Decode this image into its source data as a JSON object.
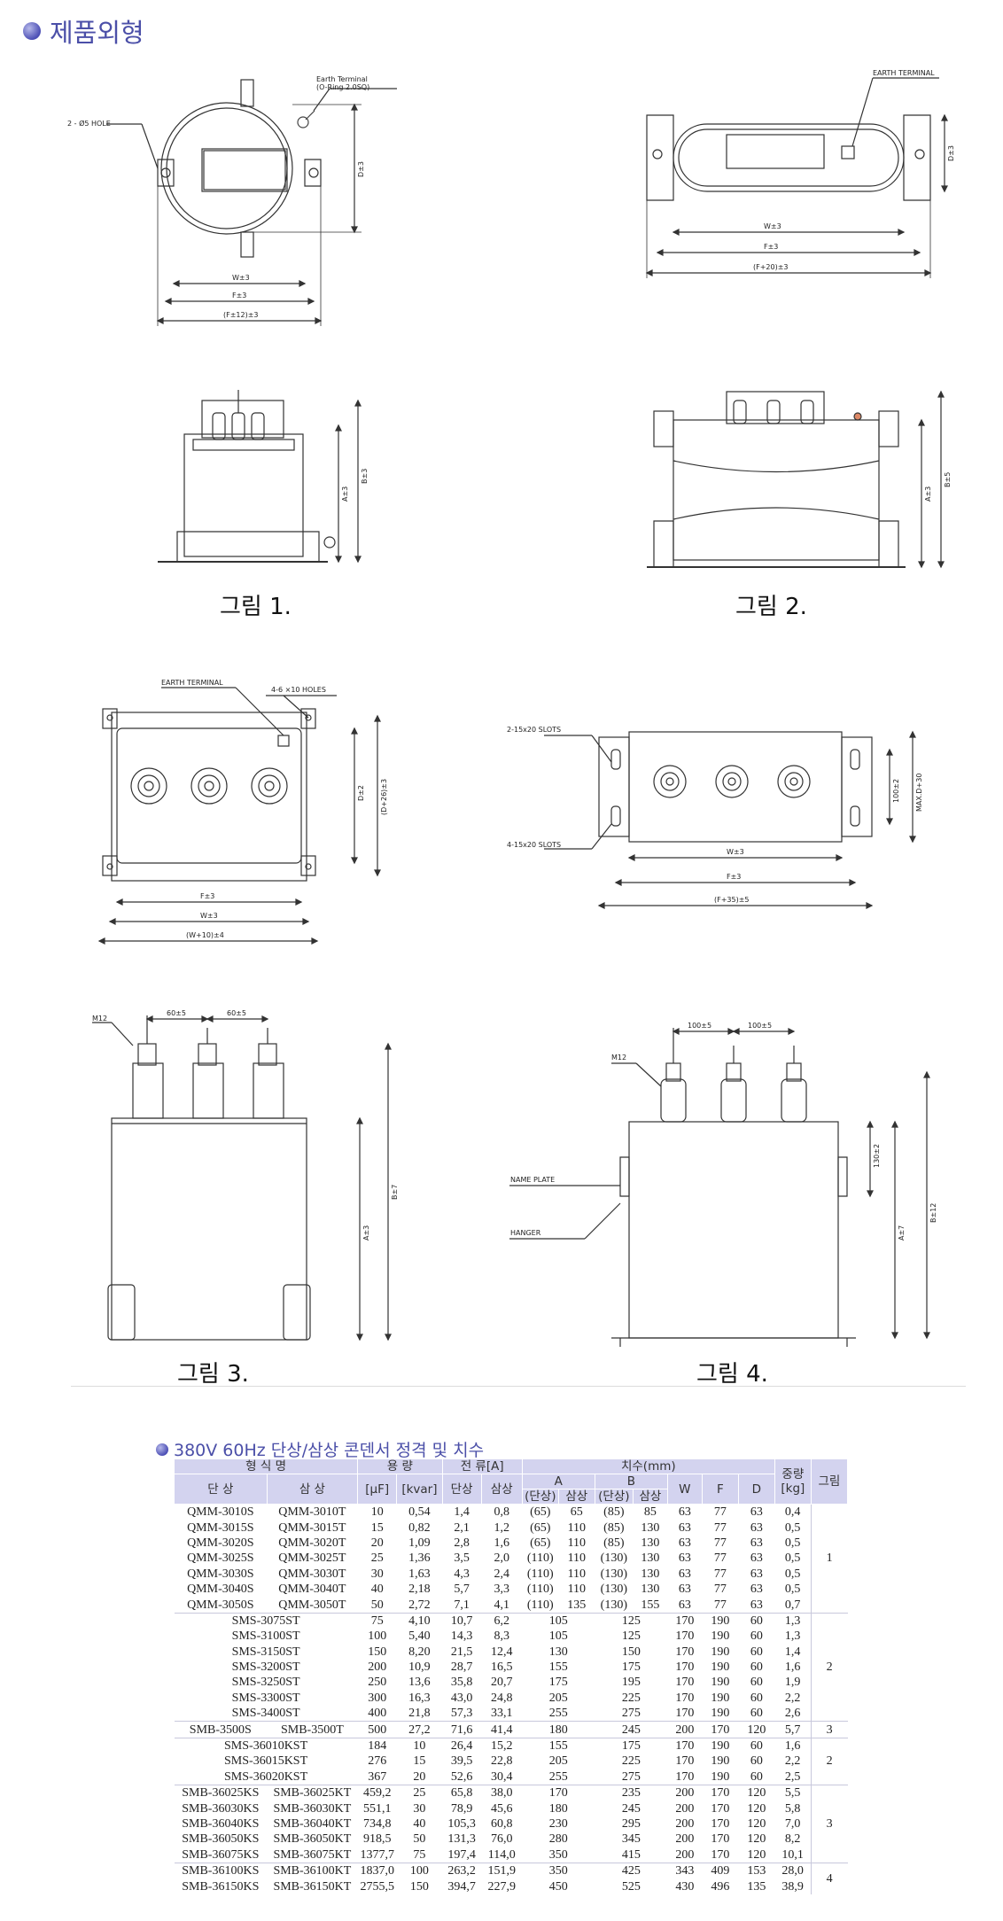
{
  "page": {
    "heading": "제품외형"
  },
  "labels": {
    "earth_terminal_1": "Earth Terminal",
    "earth_terminal_1b": "(O-Ring 2.0SQ)",
    "hole": "2 - Ø5 HOLE",
    "earth_terminal_upper": "EARTH TERMINAL",
    "holes_4": "4-6 ×10 HOLES",
    "slots_2": "2-15x20 SLOTS",
    "slots_4": "4-15x20 SLOTS",
    "m12": "M12",
    "name_plate": "NAME PLATE",
    "hanger": "HANGER",
    "dim_w3": "W±3",
    "dim_f3": "F±3",
    "dim_f12": "(F±12)±3",
    "dim_f20": "(F+20)±3",
    "dim_f35": "(F+35)±5",
    "dim_w10": "(W+10)±4",
    "dim_d3": "D±3",
    "dim_d2": "D±2",
    "dim_d26": "(D+26)±3",
    "dim_a3": "A±3",
    "dim_b3": "B±3",
    "dim_b5": "B±5",
    "dim_b7": "B±7",
    "dim_a7": "A±7",
    "dim_b12": "B±12",
    "dim_100": "100±2",
    "dim_maxd": "MAX.D+30",
    "dim_130": "130±2",
    "dim_60": "60±5",
    "dim_100_5": "100±5"
  },
  "figures": {
    "fig1": "그림 1.",
    "fig2": "그림 2.",
    "fig3": "그림 3.",
    "fig4": "그림 4."
  },
  "table": {
    "title": "380V 60Hz 단상/삼상 콘덴서 정격 및 치수",
    "h_model": "형 식 명",
    "h_cap": "용 량",
    "h_cur": "전 류[A]",
    "h_dim": "치수(mm)",
    "h_weight": "중량",
    "h_weight_u": "[kg]",
    "h_fig": "그림",
    "h_single": "단 상",
    "h_three": "삼 상",
    "h_uf": "[μF]",
    "h_kvar": "[kvar]",
    "h_c1": "단상",
    "h_c3": "삼상",
    "h_a": "A",
    "h_b": "B",
    "h_sub1": "(단상)",
    "h_sub3": "삼상",
    "h_w": "W",
    "h_f": "F",
    "h_d": "D",
    "groups": [
      {
        "fig": "1",
        "rows": [
          [
            "QMM-3010S",
            "QMM-3010T",
            "10",
            "0,54",
            "1,4",
            "0,8",
            "(65)",
            "65",
            "(85)",
            "85",
            "63",
            "77",
            "63",
            "0,4"
          ],
          [
            "QMM-3015S",
            "QMM-3015T",
            "15",
            "0,82",
            "2,1",
            "1,2",
            "(65)",
            "110",
            "(85)",
            "130",
            "63",
            "77",
            "63",
            "0,5"
          ],
          [
            "QMM-3020S",
            "QMM-3020T",
            "20",
            "1,09",
            "2,8",
            "1,6",
            "(65)",
            "110",
            "(85)",
            "130",
            "63",
            "77",
            "63",
            "0,5"
          ],
          [
            "QMM-3025S",
            "QMM-3025T",
            "25",
            "1,36",
            "3,5",
            "2,0",
            "(110)",
            "110",
            "(130)",
            "130",
            "63",
            "77",
            "63",
            "0,5"
          ],
          [
            "QMM-3030S",
            "QMM-3030T",
            "30",
            "1,63",
            "4,3",
            "2,4",
            "(110)",
            "110",
            "(130)",
            "130",
            "63",
            "77",
            "63",
            "0,5"
          ],
          [
            "QMM-3040S",
            "QMM-3040T",
            "40",
            "2,18",
            "5,7",
            "3,3",
            "(110)",
            "110",
            "(130)",
            "130",
            "63",
            "77",
            "63",
            "0,5"
          ],
          [
            "QMM-3050S",
            "QMM-3050T",
            "50",
            "2,72",
            "7,1",
            "4,1",
            "(110)",
            "135",
            "(130)",
            "155",
            "63",
            "77",
            "63",
            "0,7"
          ]
        ]
      },
      {
        "fig": "2",
        "rows": [
          [
            "SMS-3075ST",
            "",
            "75",
            "4,10",
            "10,7",
            "6,2",
            "105",
            "",
            "125",
            "",
            "170",
            "190",
            "60",
            "1,3"
          ],
          [
            "SMS-3100ST",
            "",
            "100",
            "5,40",
            "14,3",
            "8,3",
            "105",
            "",
            "125",
            "",
            "170",
            "190",
            "60",
            "1,3"
          ],
          [
            "SMS-3150ST",
            "",
            "150",
            "8,20",
            "21,5",
            "12,4",
            "130",
            "",
            "150",
            "",
            "170",
            "190",
            "60",
            "1,4"
          ],
          [
            "SMS-3200ST",
            "",
            "200",
            "10,9",
            "28,7",
            "16,5",
            "155",
            "",
            "175",
            "",
            "170",
            "190",
            "60",
            "1,6"
          ],
          [
            "SMS-3250ST",
            "",
            "250",
            "13,6",
            "35,8",
            "20,7",
            "175",
            "",
            "195",
            "",
            "170",
            "190",
            "60",
            "1,9"
          ],
          [
            "SMS-3300ST",
            "",
            "300",
            "16,3",
            "43,0",
            "24,8",
            "205",
            "",
            "225",
            "",
            "170",
            "190",
            "60",
            "2,2"
          ],
          [
            "SMS-3400ST",
            "",
            "400",
            "21,8",
            "57,3",
            "33,1",
            "255",
            "",
            "275",
            "",
            "170",
            "190",
            "60",
            "2,6"
          ]
        ]
      },
      {
        "fig": "3",
        "rows": [
          [
            "SMB-3500S",
            "SMB-3500T",
            "500",
            "27,2",
            "71,6",
            "41,4",
            "180",
            "",
            "245",
            "",
            "200",
            "170",
            "120",
            "5,7"
          ]
        ]
      },
      {
        "fig": "2",
        "rows": [
          [
            "SMS-36010KST",
            "",
            "184",
            "10",
            "26,4",
            "15,2",
            "155",
            "",
            "175",
            "",
            "170",
            "190",
            "60",
            "1,6"
          ],
          [
            "SMS-36015KST",
            "",
            "276",
            "15",
            "39,5",
            "22,8",
            "205",
            "",
            "225",
            "",
            "170",
            "190",
            "60",
            "2,2"
          ],
          [
            "SMS-36020KST",
            "",
            "367",
            "20",
            "52,6",
            "30,4",
            "255",
            "",
            "275",
            "",
            "170",
            "190",
            "60",
            "2,5"
          ]
        ]
      },
      {
        "fig": "3",
        "rows": [
          [
            "SMB-36025KS",
            "SMB-36025KT",
            "459,2",
            "25",
            "65,8",
            "38,0",
            "170",
            "",
            "235",
            "",
            "200",
            "170",
            "120",
            "5,5"
          ],
          [
            "SMB-36030KS",
            "SMB-36030KT",
            "551,1",
            "30",
            "78,9",
            "45,6",
            "180",
            "",
            "245",
            "",
            "200",
            "170",
            "120",
            "5,8"
          ],
          [
            "SMB-36040KS",
            "SMB-36040KT",
            "734,8",
            "40",
            "105,3",
            "60,8",
            "230",
            "",
            "295",
            "",
            "200",
            "170",
            "120",
            "7,0"
          ],
          [
            "SMB-36050KS",
            "SMB-36050KT",
            "918,5",
            "50",
            "131,3",
            "76,0",
            "280",
            "",
            "345",
            "",
            "200",
            "170",
            "120",
            "8,2"
          ],
          [
            "SMB-36075KS",
            "SMB-36075KT",
            "1377,7",
            "75",
            "197,4",
            "114,0",
            "350",
            "",
            "415",
            "",
            "200",
            "170",
            "120",
            "10,1"
          ]
        ]
      },
      {
        "fig": "4",
        "rows": [
          [
            "SMB-36100KS",
            "SMB-36100KT",
            "1837,0",
            "100",
            "263,2",
            "151,9",
            "350",
            "",
            "425",
            "",
            "343",
            "409",
            "153",
            "28,0"
          ],
          [
            "SMB-36150KS",
            "SMB-36150KT",
            "2755,5",
            "150",
            "394,7",
            "227,9",
            "450",
            "",
            "525",
            "",
            "430",
            "496",
            "135",
            "38,9"
          ]
        ]
      }
    ]
  }
}
